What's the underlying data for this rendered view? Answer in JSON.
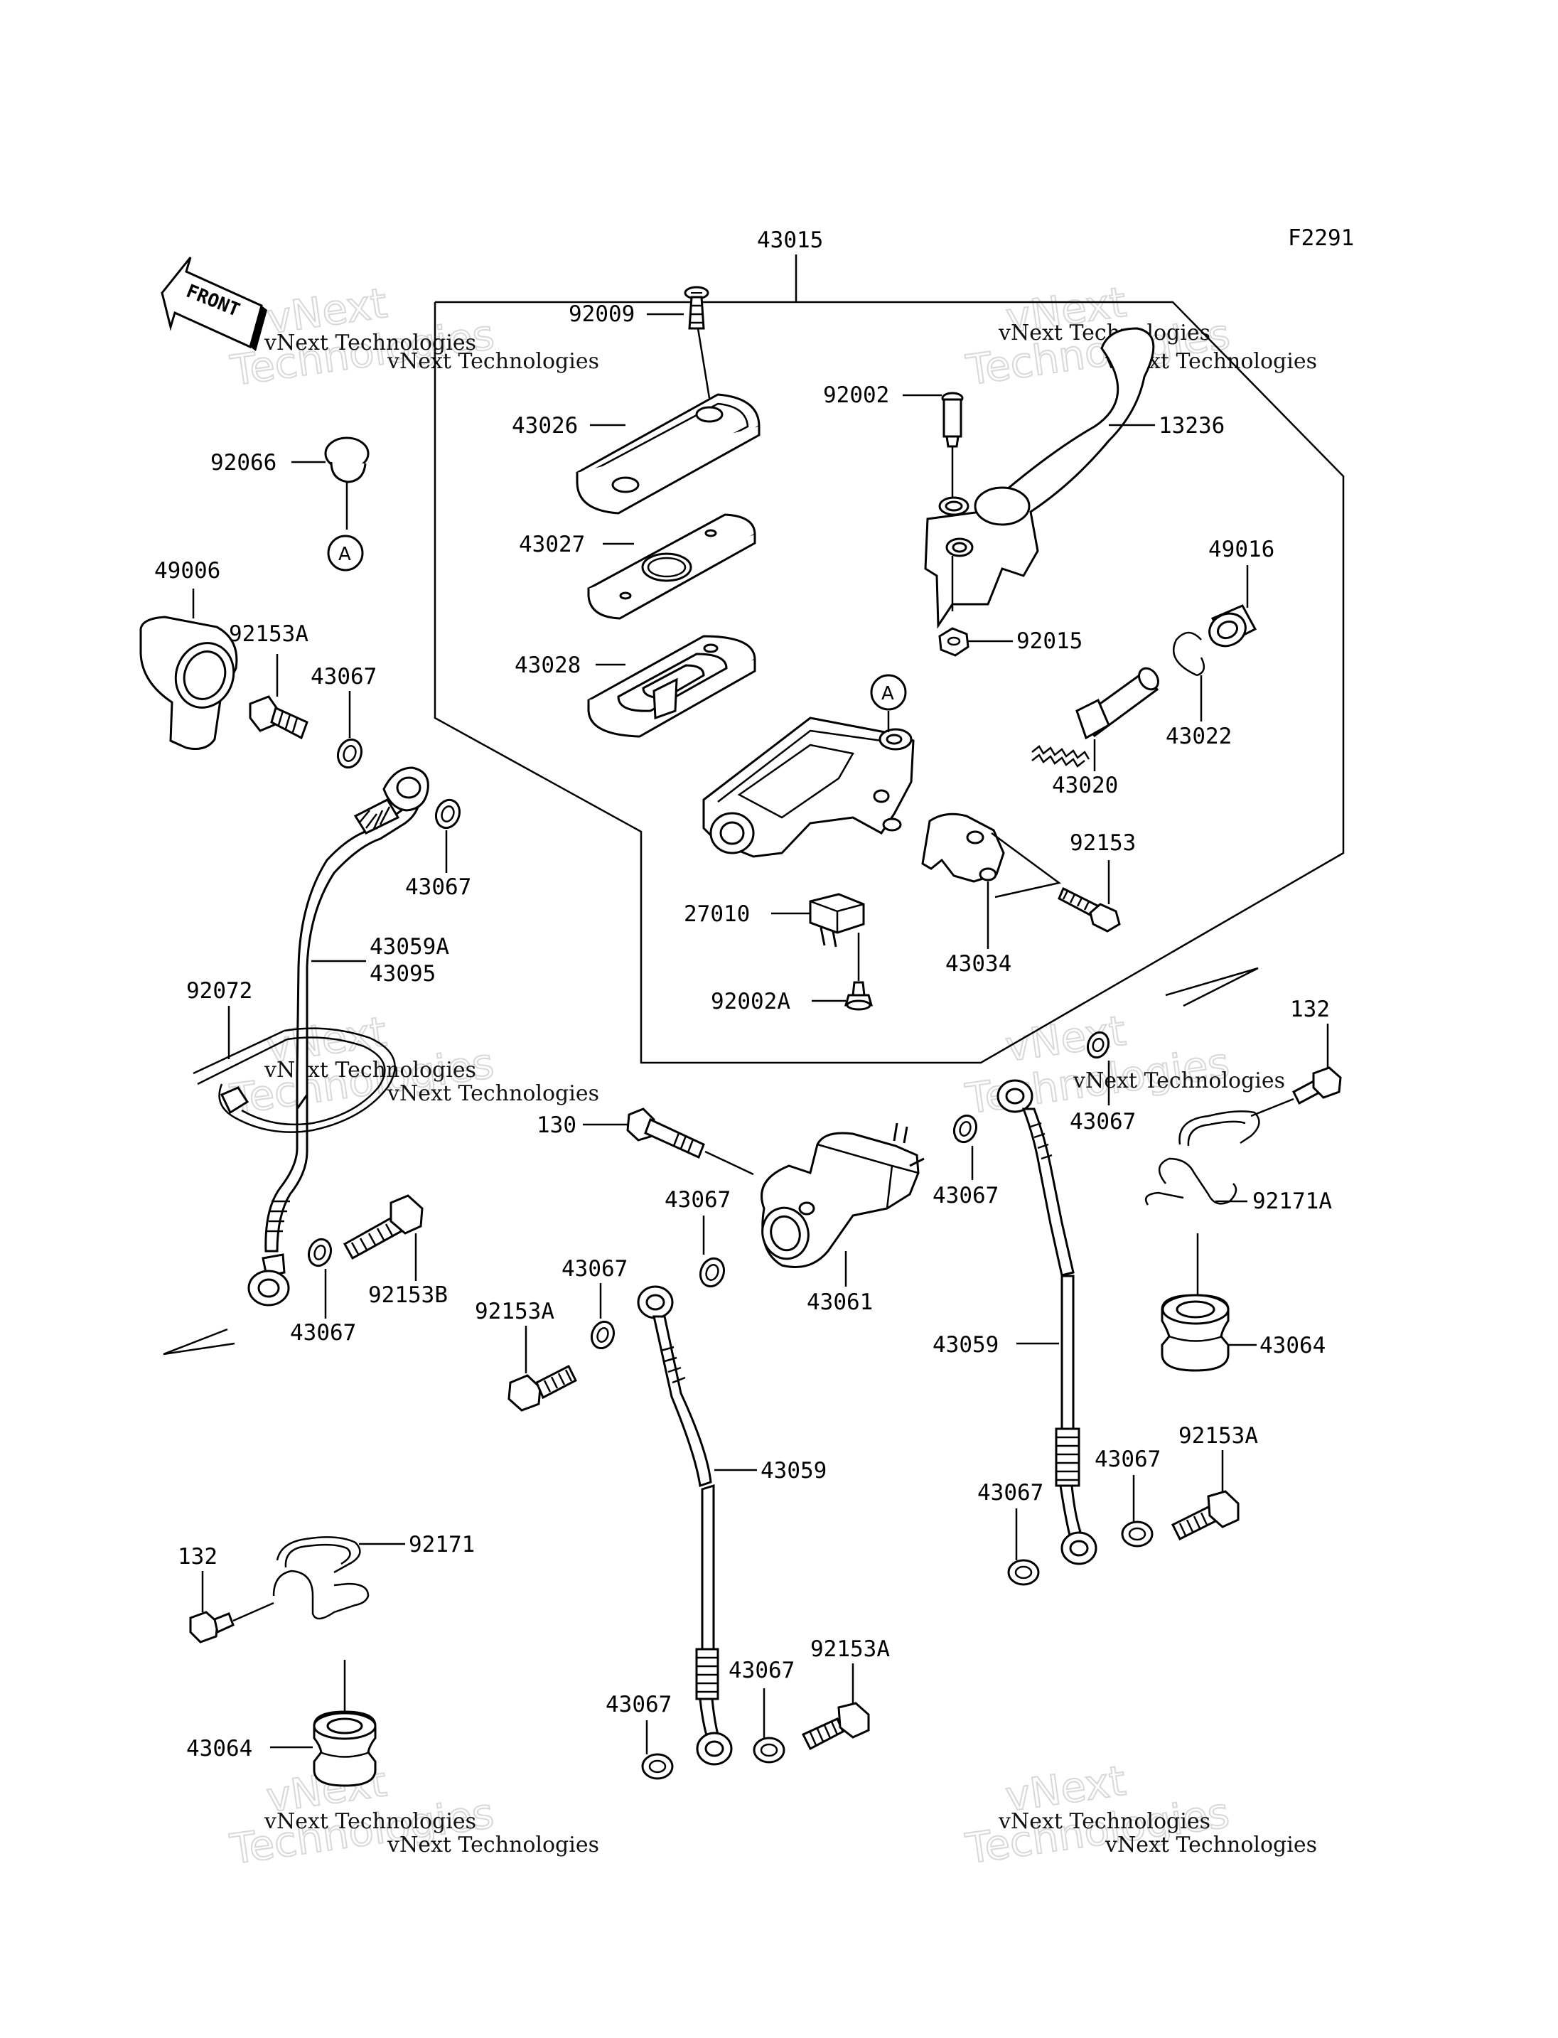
{
  "figure_code": "F2291",
  "front_label": "FRONT",
  "reference_marker": "A",
  "watermark": {
    "line1": "vNext Technologies",
    "line2": "vNext",
    "line3": "Technologies"
  },
  "labels": {
    "p43015": "43015",
    "p92009": "92009",
    "p43026": "43026",
    "p43027": "43027",
    "p43028": "43028",
    "p92002": "92002",
    "p13236": "13236",
    "p92015": "92015",
    "p49016": "49016",
    "p43022": "43022",
    "p43020": "43020",
    "p92153": "92153",
    "p43034": "43034",
    "p27010": "27010",
    "p92002A": "92002A",
    "p92066": "92066",
    "p49006": "49006",
    "p92153A_1": "92153A",
    "p43067_1": "43067",
    "p43067_2": "43067",
    "p43059A": "43059A",
    "p43095": "43095",
    "p92072": "92072",
    "p92153B": "92153B",
    "p43067_3": "43067",
    "p130": "130",
    "p43067_4": "43067",
    "p43061": "43061",
    "p43067_5": "43067",
    "p92153A_2": "92153A",
    "p43059_1": "43059",
    "p43067_6": "43067",
    "p92153A_3": "92153A",
    "p43067_7": "43067",
    "p132_1": "132",
    "p92171": "92171",
    "p43064_1": "43064",
    "p132_2": "132",
    "p43067_8": "43067",
    "p43067_9": "43067",
    "p92171A": "92171A",
    "p43064_2": "43064",
    "p43059_2": "43059",
    "p92153A_4": "92153A",
    "p43067_10": "43067",
    "p43067_11": "43067"
  }
}
